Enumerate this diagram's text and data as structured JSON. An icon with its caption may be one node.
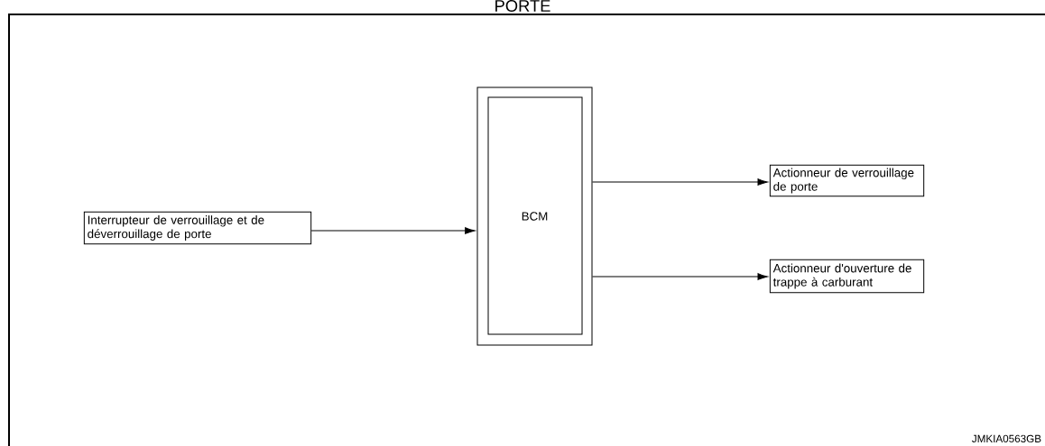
{
  "diagram": {
    "title": "PORTE",
    "nodes": [
      {
        "text": [
          "Interrupteur de verrouillage et de déverrouillage de porte"
        ]
      },
      {
        "text": [
          "BCM"
        ]
      },
      {
        "text": [
          "Actionneur de verrouillage de porte"
        ]
      },
      {
        "text": [
          "Actionneur d'ouverture de trappe à carburant"
        ]
      }
    ],
    "edges": [
      {
        "from": 0,
        "to": 1,
        "arrow": "to"
      },
      {
        "from": 1,
        "to": 2,
        "arrow": "to"
      },
      {
        "from": 1,
        "to": 3,
        "arrow": "to"
      }
    ],
    "labels": [
      "JMKIA0563GB"
    ]
  }
}
